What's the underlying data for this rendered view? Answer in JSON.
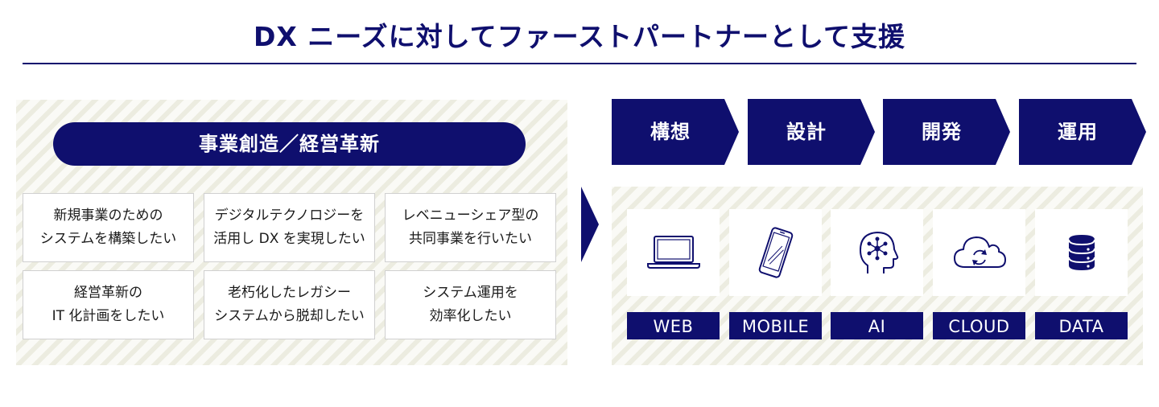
{
  "title": "DX ニーズに対してファーストパートナーとして支援",
  "needs": {
    "heading": "事業創造／経営革新",
    "cards": [
      "新規事業のための\nシステムを構築したい",
      "デジタルテクノロジーを\n活用し DX を実現したい",
      "レベニューシェア型の\n共同事業を行いたい",
      "経営革新の\nIT 化計画をしたい",
      "老朽化したレガシー\nシステムから脱却したい",
      "システム運用を\n効率化したい"
    ]
  },
  "phases": [
    "構想",
    "設計",
    "開発",
    "運用"
  ],
  "technologies": [
    {
      "label": "WEB",
      "icon": "laptop-icon"
    },
    {
      "label": "MOBILE",
      "icon": "smartphone-icon"
    },
    {
      "label": "AI",
      "icon": "ai-head-icon"
    },
    {
      "label": "CLOUD",
      "icon": "cloud-sync-icon"
    },
    {
      "label": "DATA",
      "icon": "database-icon"
    }
  ],
  "colors": {
    "navy": "#0f0f6e",
    "hatch_light": "#fafaf6",
    "hatch_dark": "#ecece0"
  }
}
